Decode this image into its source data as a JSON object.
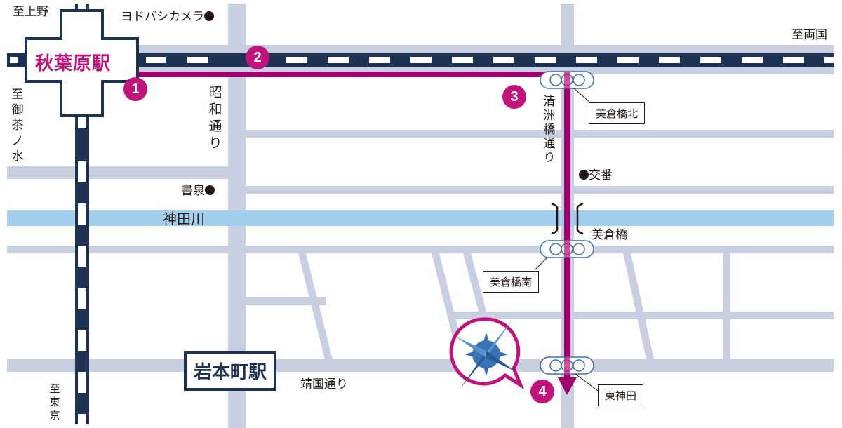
{
  "map": {
    "colors": {
      "road": "#c8cfe0",
      "river": "#a3cfef",
      "rail": "#1e3354",
      "route": "#a0006e",
      "route_marker": "#c0147c",
      "signal_outline": "#3d6ea8",
      "compass": "#3a73b4"
    },
    "stations": {
      "akihabara": "秋葉原駅",
      "iwamotocho": "岩本町駅"
    },
    "directions": {
      "ueno": "至上野",
      "ryogoku": "至両国",
      "ochanomizu": "至御茶ノ水",
      "tokyo": "至東京"
    },
    "roads": {
      "showa": "昭和通り",
      "kiyosubashi": "清洲橋通り",
      "yasukuni": "靖国通り"
    },
    "river": "神田川",
    "bridge": "美倉橋",
    "landmarks": {
      "yodobashi": "ヨドバシカメラ",
      "shosen": "書泉",
      "koban": "交番"
    },
    "signals": [
      {
        "name": "美倉橋北"
      },
      {
        "name": "美倉橋南"
      },
      {
        "name": "東神田"
      }
    ],
    "steps": [
      "1",
      "2",
      "3",
      "4"
    ],
    "destination_icon": "compass-icon"
  }
}
